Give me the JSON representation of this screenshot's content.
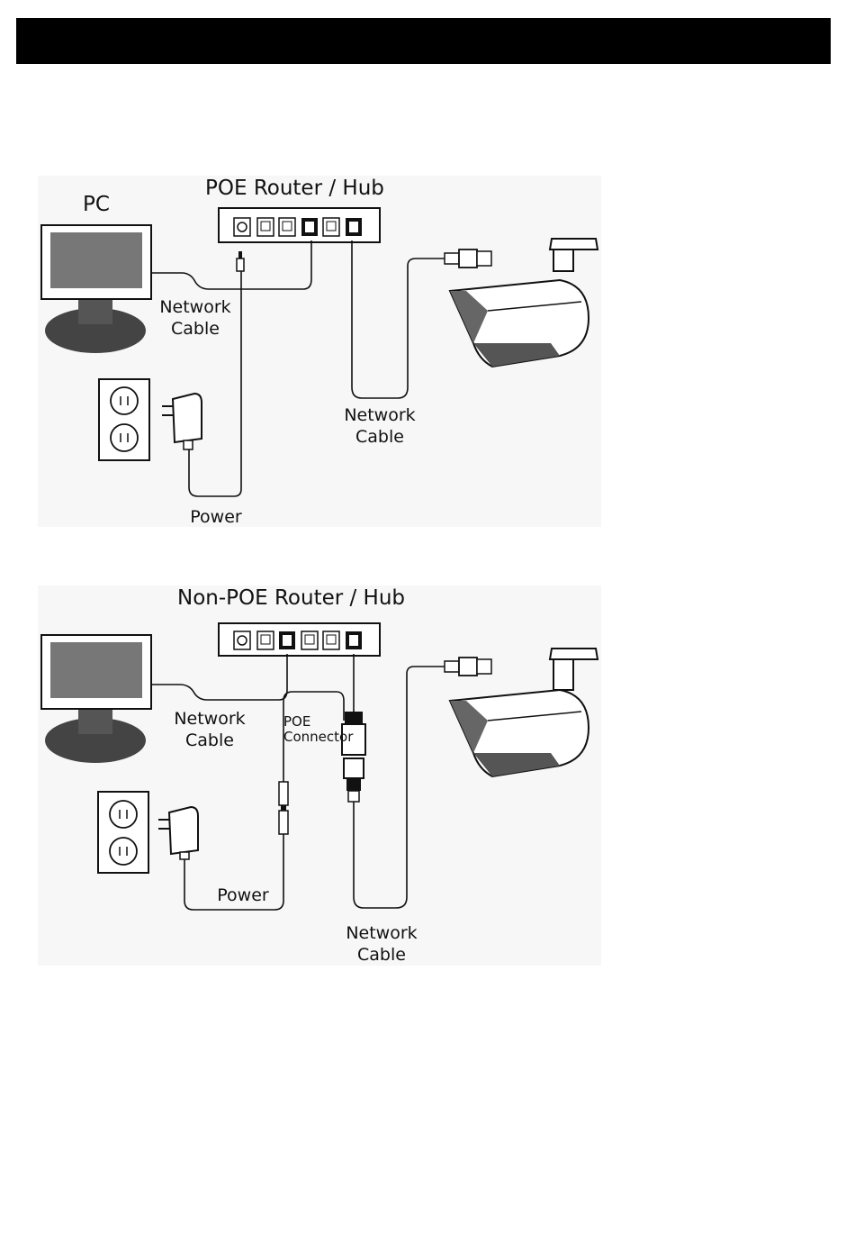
{
  "header": {
    "title": ""
  },
  "diagram_poe": {
    "title": "POE Router / Hub",
    "pc_label": "PC",
    "network_cable_left": "Network\nCable",
    "network_cable_right": "Network\nCable",
    "power_label": "Power"
  },
  "diagram_non_poe": {
    "title": "Non-POE Router / Hub",
    "network_cable_left": "Network\nCable",
    "poe_connector": "POE\nConnector",
    "power_label": "Power",
    "network_cable_bottom": "Network\nCable"
  },
  "icons": [
    "monitor-icon",
    "router-hub-icon",
    "power-outlet-icon",
    "power-adapter-icon",
    "ip-camera-icon",
    "network-plug-icon",
    "poe-connector-icon"
  ]
}
